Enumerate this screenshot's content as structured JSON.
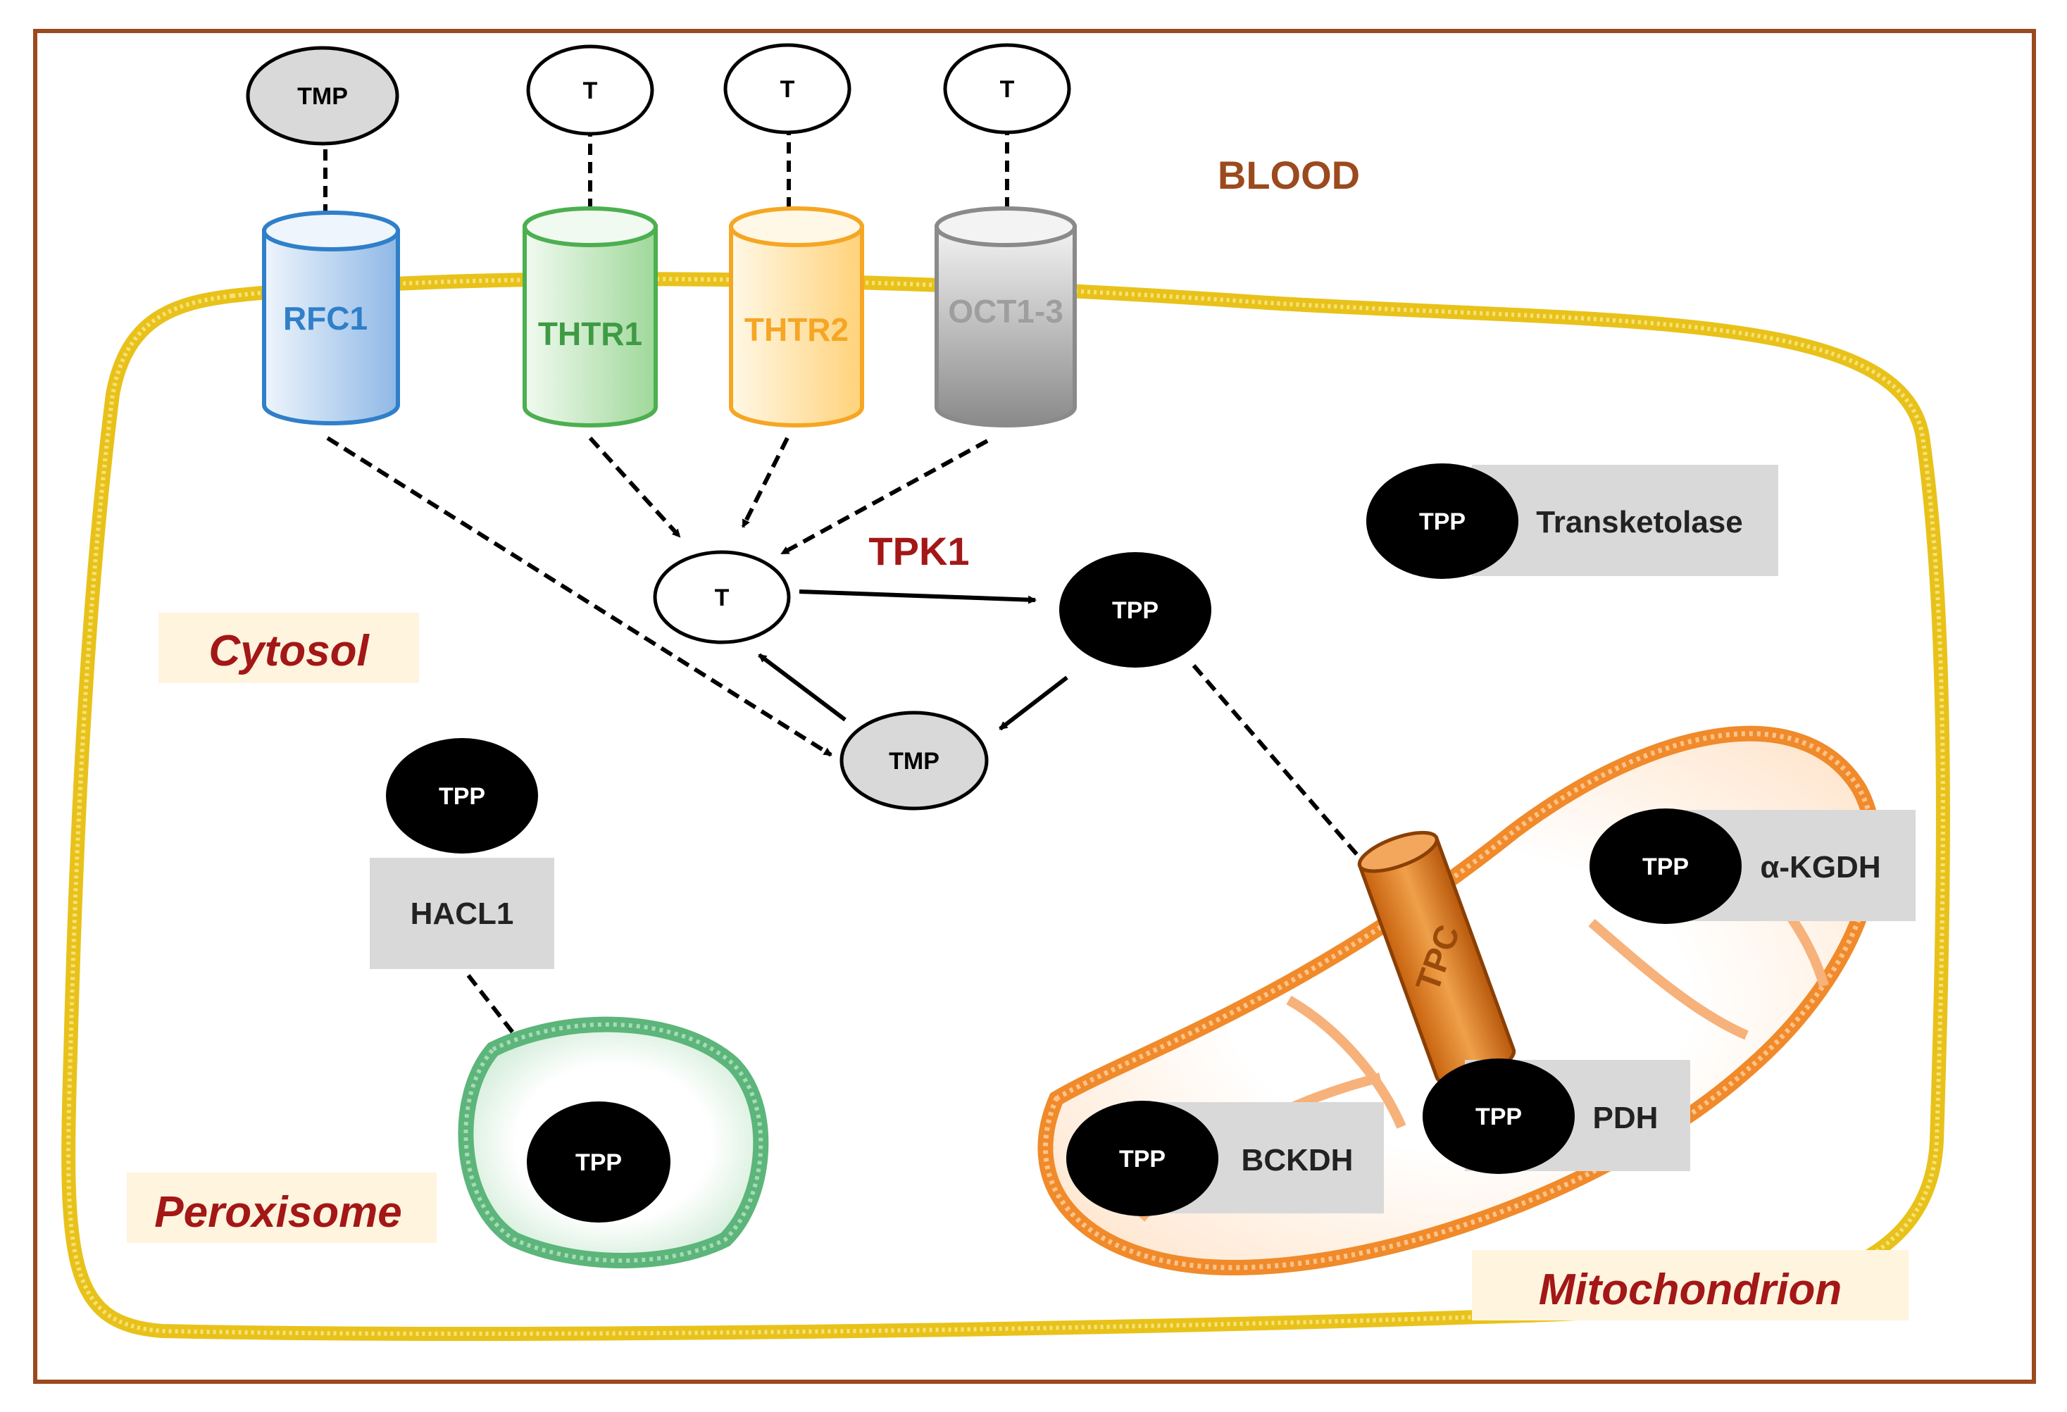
{
  "labels": {
    "blood": "BLOOD",
    "cytosol": "Cytosol",
    "peroxisome": "Peroxisome",
    "mitochondrion": "Mitochondrion",
    "tpk1": "TPK1"
  },
  "transporters": {
    "rfc1": "RFC1",
    "thtr1": "THTR1",
    "thtr2": "THTR2",
    "oct": "OCT1-3",
    "tpc": "TPC"
  },
  "substrates": {
    "rfc1_substrate": "TMP",
    "thtr1_substrate": "T",
    "thtr2_substrate": "T",
    "oct_substrate": "T"
  },
  "cytosol": {
    "thiamine": "T",
    "tpp": "TPP",
    "tmp": "TMP"
  },
  "enzymes": {
    "transketolase": {
      "cofactor": "TPP",
      "name": "Transketolase"
    },
    "hacl1": {
      "cofactor": "TPP",
      "name": "HACL1"
    },
    "peroxisome_tpp": "TPP",
    "akgdh": {
      "cofactor": "TPP",
      "name": "α-KGDH"
    },
    "pdh": {
      "cofactor": "TPP",
      "name": "PDH"
    },
    "bckdh": {
      "cofactor": "TPP",
      "name": "BCKDH"
    }
  },
  "colors": {
    "frame": "#9b4a1e",
    "membrane": "#e8c21a",
    "mito": "#f08a2a",
    "peroxisome": "#5cb57a",
    "rfc1": "#2f7fc9",
    "thtr1": "#4caf50",
    "thtr2": "#f5a623",
    "oct": "#9e9e9e",
    "tpc": "#d9771a",
    "label_red": "#a31717",
    "blood": "#9b4a1e"
  }
}
